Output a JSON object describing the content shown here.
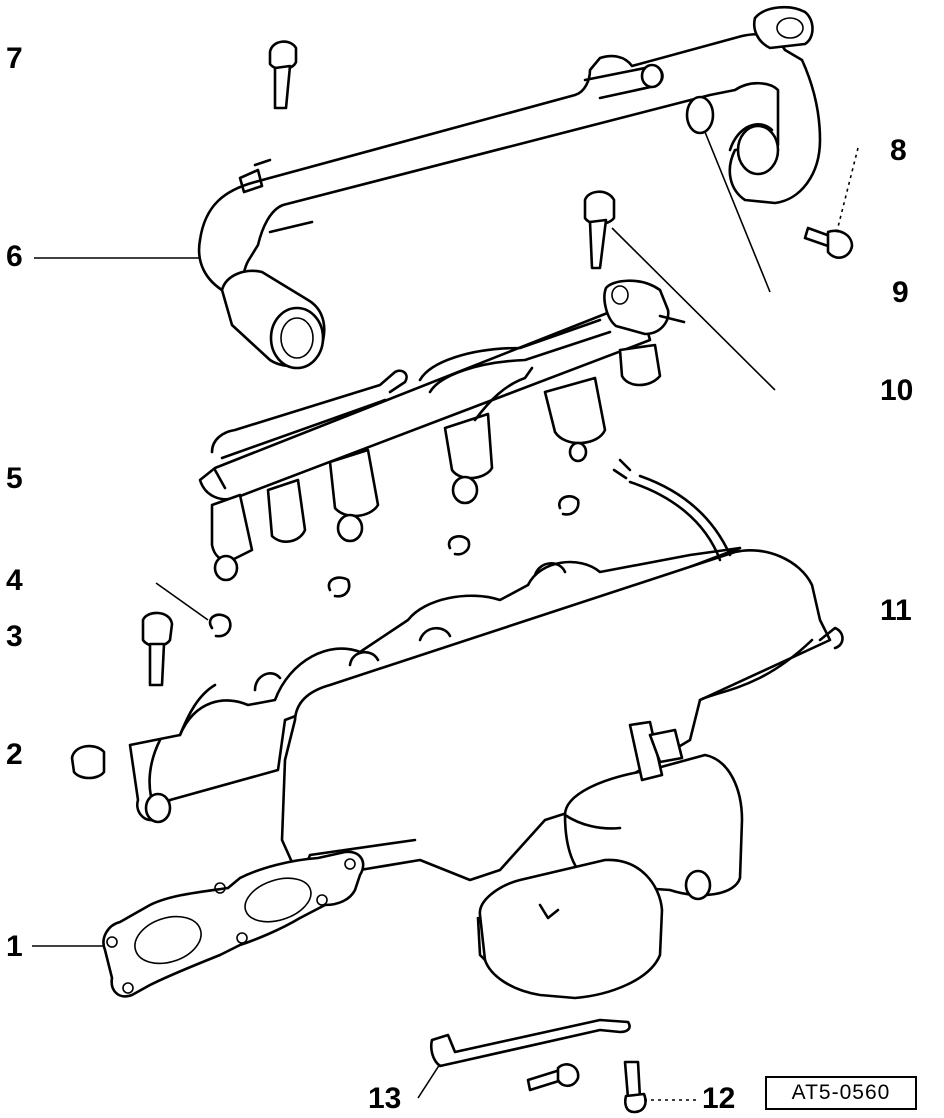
{
  "callouts": {
    "c1": "1",
    "c2": "2",
    "c3": "3",
    "c4": "4",
    "c5": "5",
    "c6": "6",
    "c7": "7",
    "c8": "8",
    "c9": "9",
    "c10": "10",
    "c11": "11",
    "c12": "12",
    "c13": "13"
  },
  "reference_code": "AT5-0560",
  "colors": {
    "ink": "#000000",
    "paper": "#ffffff"
  }
}
